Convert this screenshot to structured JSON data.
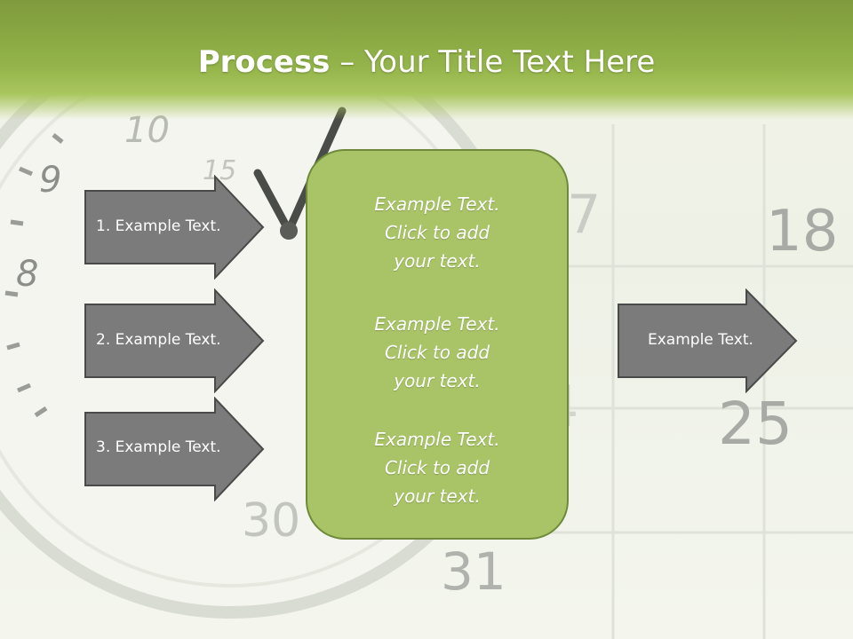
{
  "slide": {
    "title_bold": "Process",
    "title_rest": " – Your Title Text Here",
    "inputs": [
      {
        "label": "1. Example Text."
      },
      {
        "label": "2. Example Text."
      },
      {
        "label": "3. Example Text."
      }
    ],
    "center_blocks": [
      {
        "line1": "Example Text.",
        "line2": "Click  to add",
        "line3": "your text."
      },
      {
        "line1": "Example Text.",
        "line2": "Click  to add",
        "line3": "your text."
      },
      {
        "line1": "Example Text.",
        "line2": "Click  to add",
        "line3": "your text."
      }
    ],
    "output": {
      "label": "Example Text."
    },
    "background": {
      "clock_numbers": [
        "10",
        "9",
        "8",
        "15"
      ],
      "calendar_numbers": [
        "17",
        "18",
        "24",
        "25",
        "30",
        "31"
      ]
    }
  },
  "colors": {
    "title_bar": "#8fad45",
    "arrow_fill": "#7b7b7b",
    "center_box": "#a8c466",
    "center_border": "#6f8a3a"
  }
}
